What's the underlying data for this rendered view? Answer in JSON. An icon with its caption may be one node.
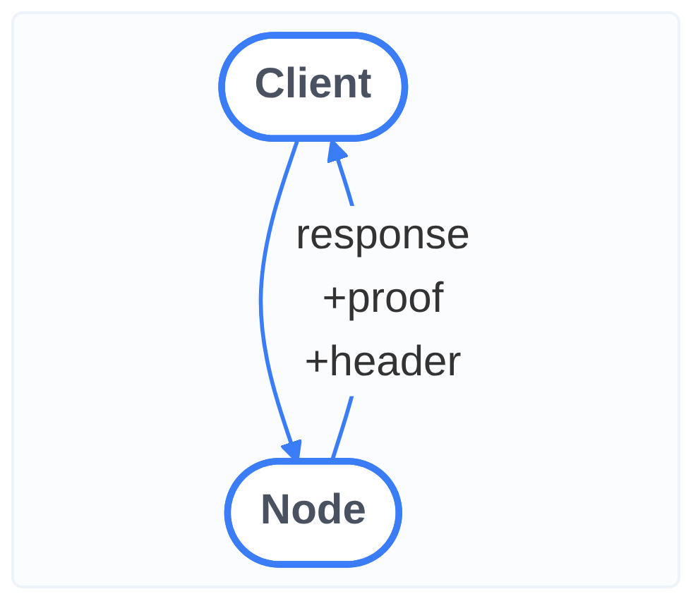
{
  "diagram": {
    "nodes": [
      {
        "text": [
          "Client"
        ]
      },
      {
        "text": [
          "Node"
        ]
      }
    ],
    "edges": [
      {
        "from": 0,
        "to": 1,
        "arrow": "to"
      },
      {
        "from": 1,
        "to": 0,
        "arrow": "to",
        "label": "response +proof +header"
      }
    ]
  }
}
